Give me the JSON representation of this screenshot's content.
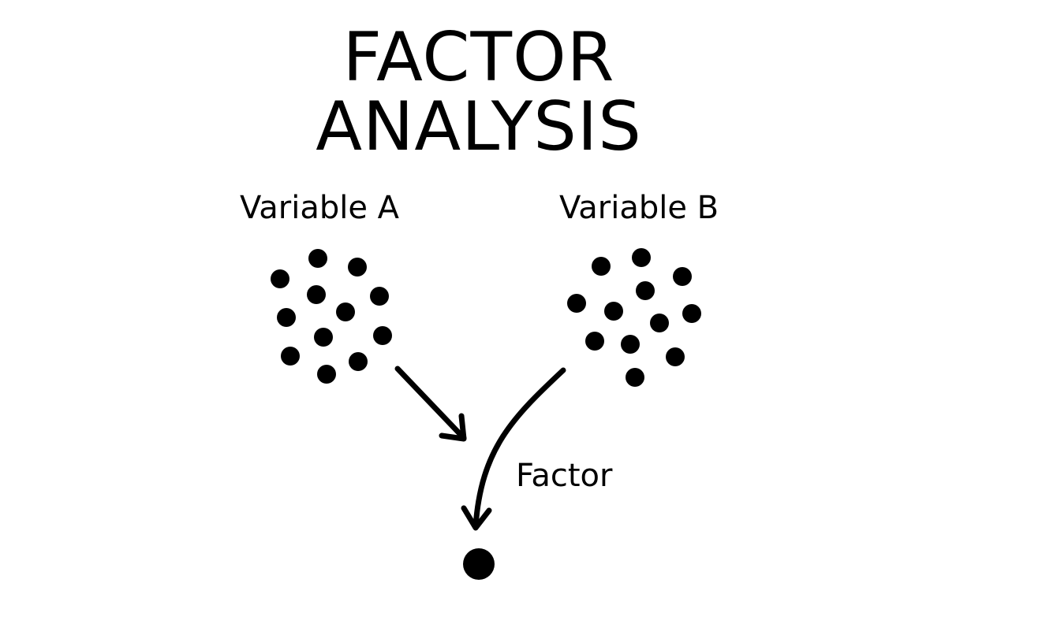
{
  "title": {
    "line1": "FACTOR",
    "line2": "ANALYSIS"
  },
  "variables": [
    {
      "label": "Variable A"
    },
    {
      "label": "Variable B"
    }
  ],
  "factor": {
    "label": "Factor"
  },
  "colors": {
    "ink": "#000000",
    "background": "#ffffff"
  }
}
